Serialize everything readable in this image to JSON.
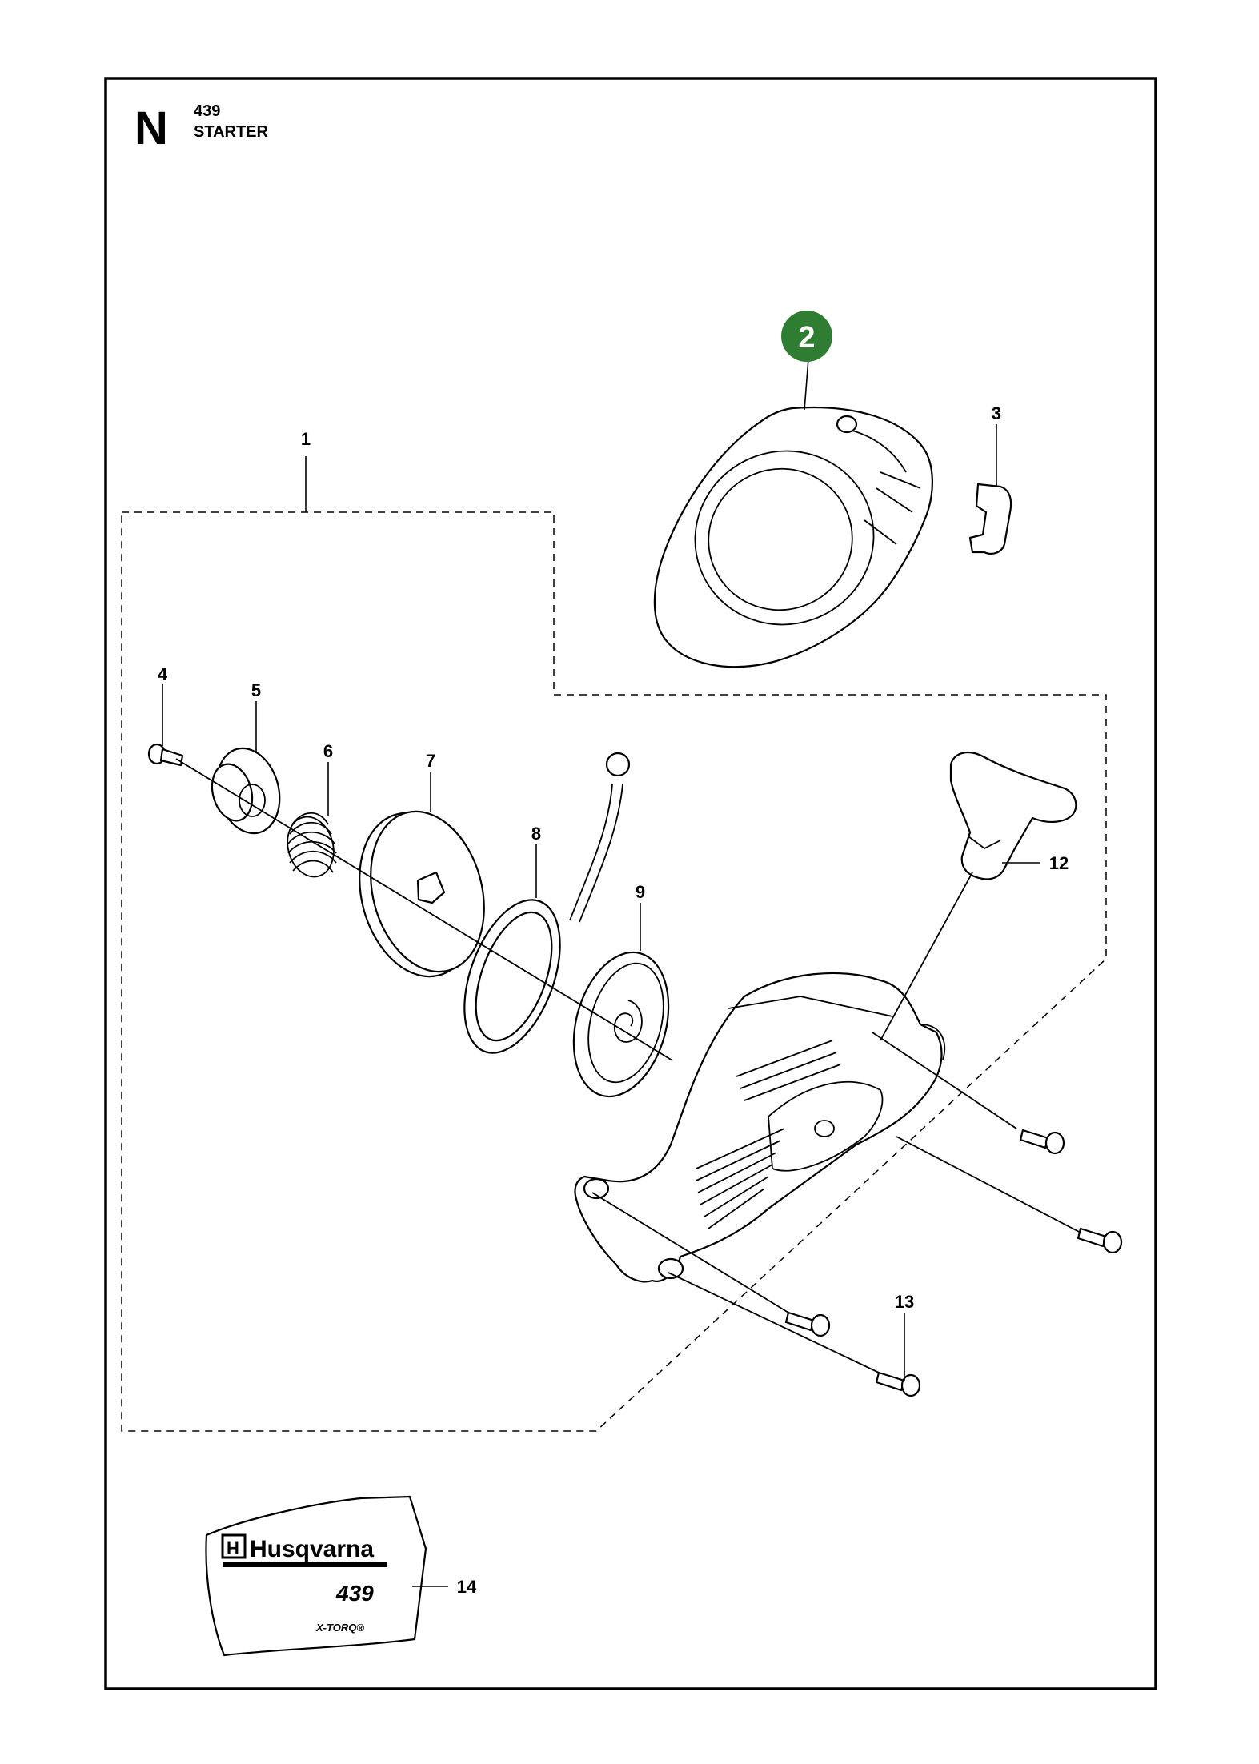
{
  "header": {
    "section_letter": "N",
    "model": "439",
    "title": "STARTER"
  },
  "highlight": {
    "number": "2",
    "color": "#2e7d32"
  },
  "callouts": [
    {
      "id": "1",
      "label": "1"
    },
    {
      "id": "3",
      "label": "3"
    },
    {
      "id": "4",
      "label": "4"
    },
    {
      "id": "5",
      "label": "5"
    },
    {
      "id": "6",
      "label": "6"
    },
    {
      "id": "7",
      "label": "7"
    },
    {
      "id": "8",
      "label": "8"
    },
    {
      "id": "9",
      "label": "9"
    },
    {
      "id": "12",
      "label": "12"
    },
    {
      "id": "13",
      "label": "13"
    },
    {
      "id": "14",
      "label": "14"
    }
  ],
  "decal": {
    "brand": "Husqvarna",
    "model": "439",
    "tech": "X-TORQ®"
  }
}
